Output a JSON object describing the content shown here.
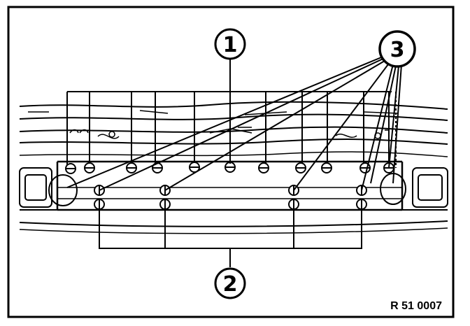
{
  "figure": {
    "reference_code": "R 51 0007",
    "callouts": [
      {
        "id": "1",
        "label": "1"
      },
      {
        "id": "2",
        "label": "2"
      },
      {
        "id": "3",
        "label": "3"
      }
    ],
    "colors": {
      "ink": "#000000",
      "paper": "#ffffff"
    }
  }
}
